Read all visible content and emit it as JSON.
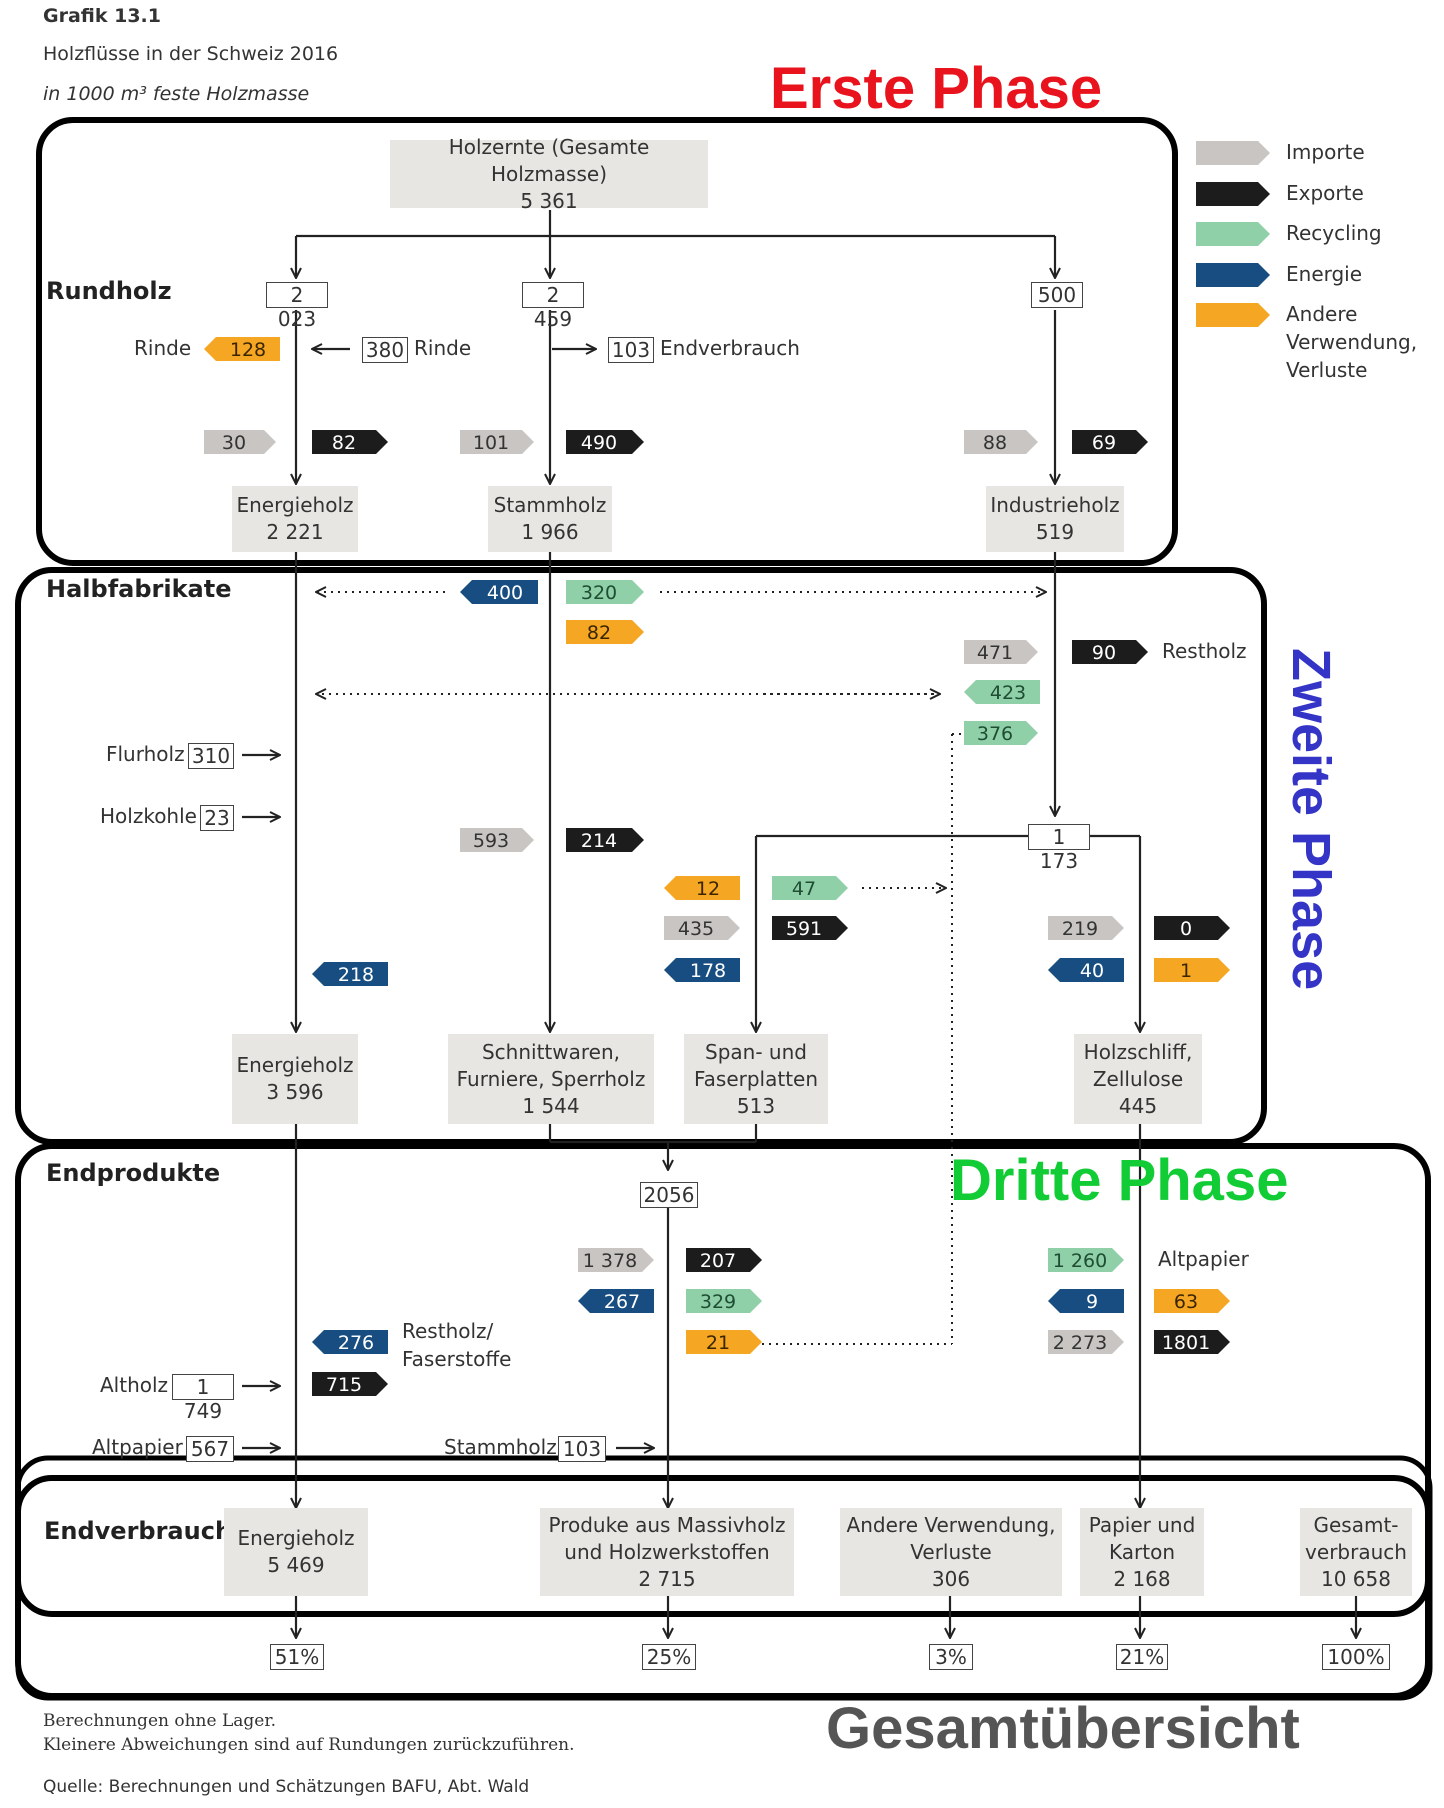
{
  "header": {
    "grafik": "Grafik 13.1",
    "title": "Holzflüsse in der Schweiz 2016",
    "unit": "in 1000 m³ feste Holzmasse"
  },
  "phases": {
    "erste": "Erste Phase",
    "zweite": "Zweite Phase",
    "dritte": "Dritte Phase",
    "gesamt": "Gesamtübersicht"
  },
  "legend": {
    "importe": "Importe",
    "exporte": "Exporte",
    "recycling": "Recycling",
    "energie": "Energie",
    "andere_1": "Andere",
    "andere_2": "Verwendung,",
    "andere_3": "Verluste",
    "colors": {
      "importe": "#c8c5c2",
      "exporte": "#1c1c1c",
      "recycling": "#8fd0a8",
      "energie": "#174d80",
      "andere": "#f5a623"
    }
  },
  "sections": {
    "rundholz": "Rundholz",
    "halbfabrikate": "Halbfabrikate",
    "endprodukte": "Endprodukte",
    "endverbrauch": "Endverbrauch"
  },
  "nodes": {
    "holzernte_label": "Holzernte (Gesamte Holzmasse)",
    "holzernte_value": "5 361",
    "energieholz1_label": "Energieholz",
    "energieholz1_value": "2 221",
    "stammholz_label": "Stammholz",
    "stammholz_value": "1 966",
    "industrieholz_label": "Industrieholz",
    "industrieholz_value": "519",
    "energieholz2_label": "Energieholz",
    "energieholz2_value": "3 596",
    "schnitt_1": "Schnittwaren,",
    "schnitt_2": "Furniere, Sperrholz",
    "schnitt_value": "1 544",
    "span_1": "Span- und",
    "span_2": "Faserplatten",
    "span_value": "513",
    "holzschliff_1": "Holzschliff,",
    "holzschliff_2": "Zellulose",
    "holzschliff_value": "445",
    "ev_energie_label": "Energieholz",
    "ev_energie_value": "5 469",
    "ev_massiv_1": "Produke aus Massivholz",
    "ev_massiv_2": "und Holzwerkstoffen",
    "ev_massiv_value": "2 715",
    "ev_andere_1": "Andere Verwendung,",
    "ev_andere_2": "Verluste",
    "ev_andere_value": "306",
    "ev_papier_1": "Papier und",
    "ev_papier_2": "Karton",
    "ev_papier_value": "2 168",
    "ev_gesamt_1": "Gesamt-",
    "ev_gesamt_2": "verbrauch",
    "ev_gesamt_value": "10 658"
  },
  "values": {
    "r1": "2 023",
    "r2": "2 459",
    "r3": "500",
    "rinde_in": "380",
    "endverbrauch_in": "103",
    "v1173": "1 173",
    "v2056": "2056",
    "flurholz": "310",
    "holzkohle": "23",
    "altholz": "1 749",
    "altpapier_in": "567",
    "stammholz_in": "103"
  },
  "labels": {
    "rinde_left": "Rinde",
    "rinde_right": "Rinde",
    "endverbrauch": "Endverbrauch",
    "restholz": "Restholz",
    "flurholz": "Flurholz",
    "holzkohle": "Holzkohle",
    "restholz_faser_1": "Restholz/",
    "restholz_faser_2": "Faserstoffe",
    "altholz": "Altholz",
    "altpapier_left": "Altpapier",
    "stammholz": "Stammholz",
    "altpapier_right": "Altpapier"
  },
  "flows": {
    "a128": "128",
    "a30": "30",
    "a82": "82",
    "a101": "101",
    "a490": "490",
    "a88": "88",
    "a69": "69",
    "a400": "400",
    "a320": "320",
    "a82b": "82",
    "a471": "471",
    "a90": "90",
    "a423": "423",
    "a376": "376",
    "a593": "593",
    "a214": "214",
    "a12": "12",
    "a47": "47",
    "a435": "435",
    "a591": "591",
    "a178": "178",
    "a219": "219",
    "a0": "0",
    "a40": "40",
    "a1": "1",
    "a218": "218",
    "a1378": "1 378",
    "a207": "207",
    "a267": "267",
    "a329": "329",
    "a21": "21",
    "a1260": "1 260",
    "a9": "9",
    "a63": "63",
    "a2273": "2 273",
    "a1801": "1801",
    "a276": "276",
    "a715": "715"
  },
  "percentages": {
    "p51": "51%",
    "p25": "25%",
    "p3": "3%",
    "p21": "21%",
    "p100": "100%"
  },
  "footer": {
    "line1": "Berechnungen ohne Lager.",
    "line2": "Kleinere Abweichungen sind auf Rundungen zurückzuführen.",
    "source": "Quelle: Berechnungen und Schätzungen BAFU, Abt. Wald"
  }
}
